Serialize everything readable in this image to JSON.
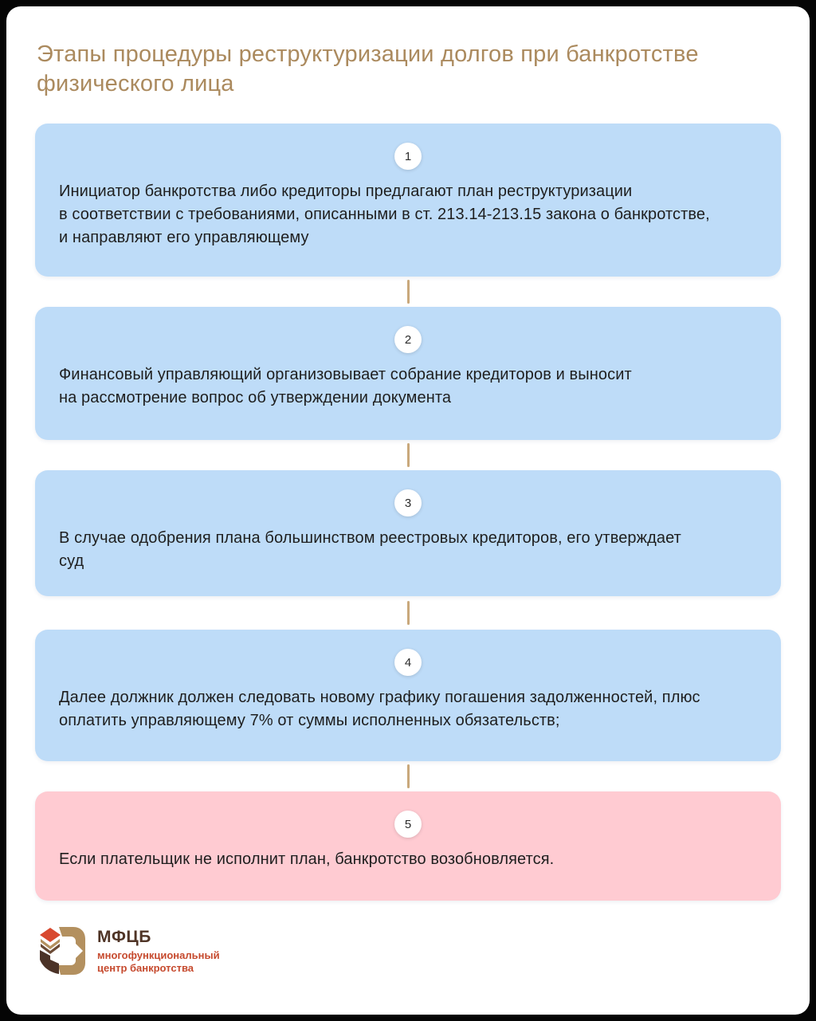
{
  "title": {
    "text": "Этапы процедуры реструктуризации долгов при банкротстве\nфизического лица",
    "color": "#AB8A5E"
  },
  "stages": [
    {
      "number": "1",
      "variant": "blue",
      "text": "Инициатор банкротства либо кредиторы предлагают план реструктуризации\nв соответствии с требованиями, описанными в ст. 213.14-213.15 закона о банкротстве,\nи направляют его управляющему"
    },
    {
      "number": "2",
      "variant": "blue",
      "text": "Финансовый управляющий организовывает собрание кредиторов и выносит\nна рассмотрение вопрос об утверждении документа"
    },
    {
      "number": "3",
      "variant": "blue",
      "text": "В случае одобрения плана большинством реестровых кредиторов, его утверждает\nсуд"
    },
    {
      "number": "4",
      "variant": "blue",
      "text": "Далее должник должен следовать новому графику погашения задолженностей, плюс\nоплатить управляющему 7% от суммы исполненных обязательств;"
    },
    {
      "number": "5",
      "variant": "pink",
      "text": "Если плательщик не исполнит план, банкротство возобновляется."
    }
  ],
  "colors": {
    "page_frame": "#050505",
    "card_background": "#ffffff",
    "stage_blue": "#BEDCF8",
    "stage_pink": "#FFCBD2",
    "connector": "#C9A87B",
    "body_text": "#1e1e1e",
    "title_accent": "#AB8A5E"
  },
  "logo": {
    "abbr": "МФЦБ",
    "subtitle": "многофункциональный\nцентр банкротства",
    "abbr_color": "#4F3426",
    "subtitle_color": "#C64A2E",
    "mark_red": "#D8492F",
    "mark_tan": "#B3905F",
    "mark_brown": "#4B3227"
  }
}
